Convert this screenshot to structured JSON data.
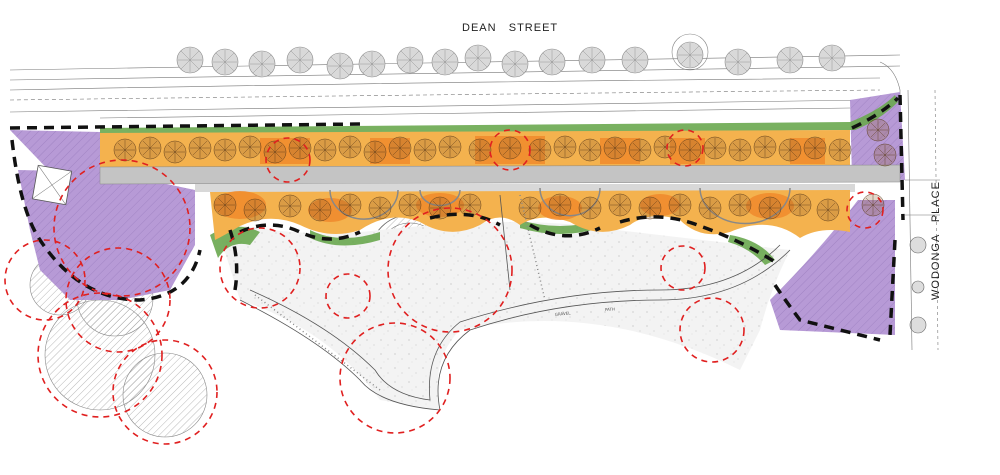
{
  "streets": {
    "north": "DEAN   STREET",
    "east": "WODONGA   PLACE"
  },
  "annotations": {
    "path_word_1": "GRAVEL",
    "path_word_2": "PATH"
  },
  "colors": {
    "purple_zone": "#b79ad6",
    "orange_planting": "#f08a2c",
    "amber_planting": "#f4b24e",
    "green_border": "#6aa84f",
    "paving_grey": "#bdbdbd",
    "tree_protection_dash": "#e02020",
    "boundary_dash": "#111111"
  }
}
